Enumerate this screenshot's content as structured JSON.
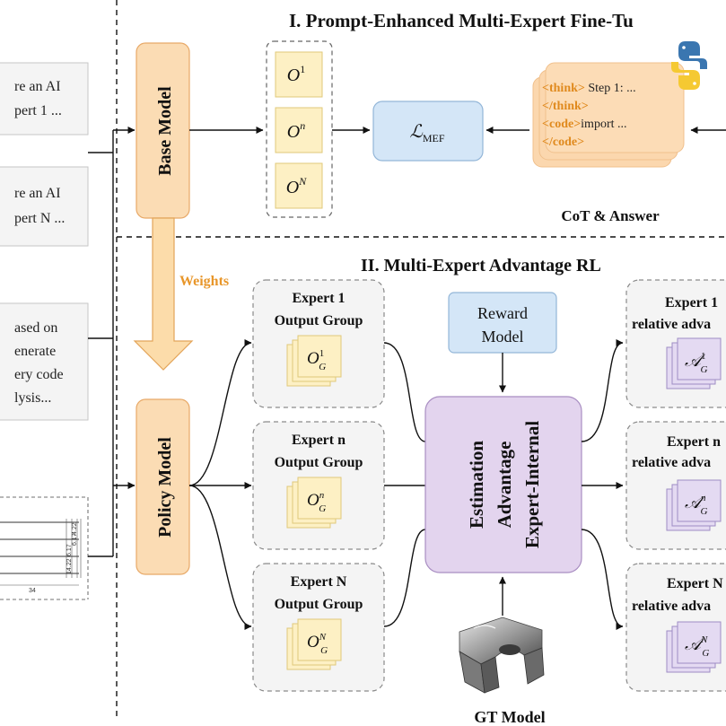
{
  "section1": {
    "title": "I. Prompt-Enhanced Multi-Expert Fine-Tu"
  },
  "section2": {
    "title": "II. Multi-Expert Advantage RL"
  },
  "prompts": [
    {
      "lines": [
        "re an AI",
        "pert 1 ..."
      ]
    },
    {
      "lines": [
        "re an AI",
        "pert N ..."
      ]
    },
    {
      "lines": [
        "ased on",
        "enerate",
        "ery code",
        "lysis..."
      ]
    }
  ],
  "drawing": {
    "dims": [
      "14.22",
      "6.17",
      "6.17",
      "4.22"
    ],
    "bottom_dim": "34"
  },
  "base_model": "Base Model",
  "policy_model": "Policy Model",
  "weights_label": "Weights",
  "outputs": [
    {
      "sym": "O",
      "sup": "1"
    },
    {
      "sym": "O",
      "sup": "n"
    },
    {
      "sym": "O",
      "sup": "N"
    }
  ],
  "loss": {
    "sym": "ℒ",
    "sub": "MEF"
  },
  "cot": {
    "lines": [
      {
        "tag": "<think>",
        "text": " Step 1: ..."
      },
      {
        "tag": "</think>",
        "text": ""
      },
      {
        "tag": "<code>",
        "text": "import ..."
      },
      {
        "tag": "</code>",
        "text": ""
      }
    ],
    "caption": "CoT & Answer"
  },
  "groups": [
    {
      "line1": "Expert 1",
      "line2": "Output Group",
      "sym": "O",
      "sub": "G",
      "sup": "1"
    },
    {
      "line1": "Expert n",
      "line2": "Output Group",
      "sym": "O",
      "sub": "G",
      "sup": "n"
    },
    {
      "line1": "Expert N",
      "line2": "Output Group",
      "sym": "O",
      "sub": "G",
      "sup": "N"
    }
  ],
  "reward_model": [
    "Reward",
    "Model"
  ],
  "estimation": [
    "Expert-Internal",
    "Advantage",
    "Estimation"
  ],
  "gt_model": "GT Model",
  "advantages": [
    {
      "line1": "Expert 1",
      "line2": "relative adva",
      "sym": "𝒜",
      "sub": "G",
      "sup": "1"
    },
    {
      "line1": "Expert n",
      "line2": "relative adva",
      "sym": "𝒜",
      "sub": "G",
      "sup": "n"
    },
    {
      "line1": "Expert N",
      "line2": "relative adva",
      "sym": "𝒜",
      "sub": "G",
      "sup": "N"
    }
  ],
  "colors": {
    "orange_fill": "#fbdcb4",
    "orange_stroke": "#e8a968",
    "orange_text": "#e08a1e",
    "yellow_fill": "#fdf0c4",
    "yellow_stroke": "#e0c97a",
    "blue_fill": "#d4e6f7",
    "blue_stroke": "#93b6d8",
    "purple_fill": "#e3d4ee",
    "purple_stroke": "#a98ec2",
    "lavender_fill": "#e4daf2",
    "lavender_stroke": "#9e8cc4",
    "gray_fill": "#f4f4f4",
    "gray_stroke": "#8a8a8a"
  },
  "icons": [
    "python-logo-icon",
    "gt-model-3d-part-icon",
    "mechanical-drawing-icon"
  ]
}
